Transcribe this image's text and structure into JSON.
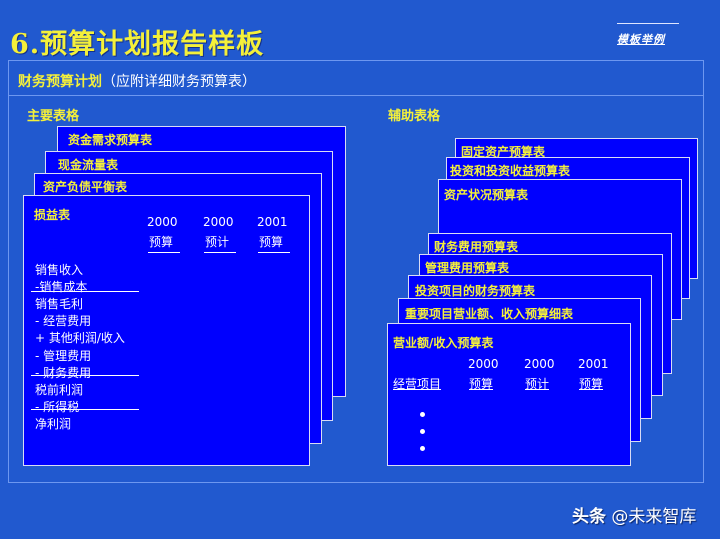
{
  "slide": {
    "title": "6.预算计划报告样板",
    "tag": "模板举例",
    "subheading": "财务预算计划",
    "subheading_note": "（应附详细财务预算表）"
  },
  "main_tables": {
    "label": "主要表格",
    "stack": [
      {
        "title": "资金需求预算表"
      },
      {
        "title": "现金流量表"
      },
      {
        "title": "资产负债平衡表"
      },
      {
        "title": "损益表"
      }
    ],
    "income_statement": {
      "title": "损益表",
      "columns": [
        {
          "year": "2000",
          "label": "预算"
        },
        {
          "year": "2000",
          "label": "预计"
        },
        {
          "year": "2001",
          "label": "预算"
        }
      ],
      "rows": [
        "销售收入",
        "-销售成本",
        "销售毛利",
        "- 经营费用",
        "+ 其他利润/收入",
        "- 管理费用",
        "- 财务费用",
        "税前利润",
        "- 所得税",
        "净利润"
      ]
    }
  },
  "aux_tables": {
    "label": "辅助表格",
    "stack": [
      {
        "title": "固定资产预算表"
      },
      {
        "title": "投资和投资收益预算表"
      },
      {
        "title": "资产状况预算表"
      },
      {
        "title": "财务费用预算表"
      },
      {
        "title": "管理费用预算表"
      },
      {
        "title": "投资项目的财务预算表"
      },
      {
        "title": "重要项目营业额、收入预算细表"
      },
      {
        "title": "营业额/收入预算表"
      }
    ],
    "revenue_budget": {
      "title": "营业额/收入预算表",
      "row_header": "经营项目",
      "columns": [
        {
          "year": "2000",
          "label": "预算"
        },
        {
          "year": "2000",
          "label": "预计"
        },
        {
          "year": "2001",
          "label": "预算"
        }
      ],
      "bullets": [
        "•",
        "•",
        "•"
      ]
    }
  },
  "watermark": {
    "brand": "头条",
    "handle": "@未来智库"
  },
  "colors": {
    "background": "#2159cf",
    "card": "#0000fe",
    "title": "#f4f03a",
    "text": "#ffffff"
  }
}
